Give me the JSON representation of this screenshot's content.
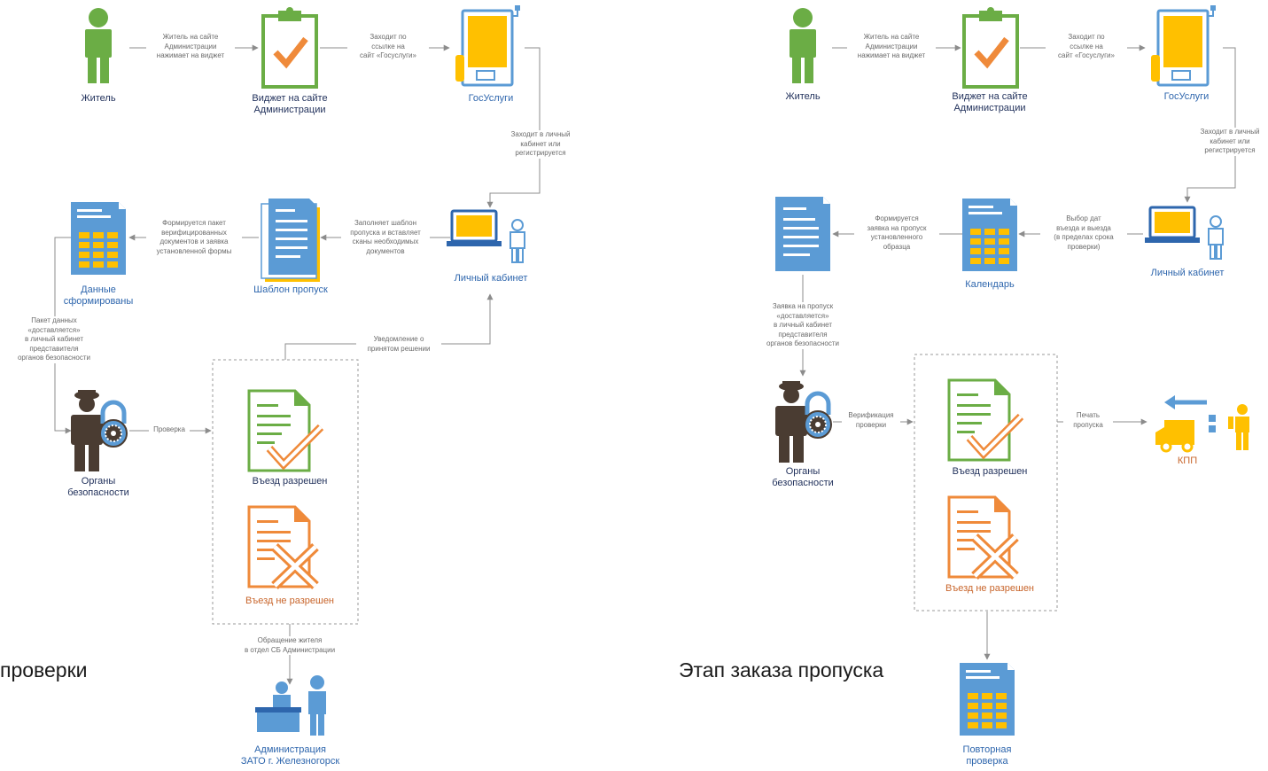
{
  "colors": {
    "green": "#6bad45",
    "orange": "#ef8a3a",
    "yellow": "#ffc000",
    "blue": "#5b9bd5",
    "dark": "#4a3c32",
    "arrow": "#8c8c8c",
    "label": "#1f2f5a"
  },
  "left": {
    "stage_title": "проверки",
    "nodes": {
      "resident": "Житель",
      "widget": "Виджет на сайте\nАдминистрации",
      "gosuslugi": "ГосУслуги",
      "cabinet": "Личный кабинет",
      "template": "Шаблон пропуск",
      "data_formed": "Данные\nсформированы",
      "security": "Органы\nбезопасности",
      "allowed": "Въезд разрешен",
      "denied": "Въезд не разрешен",
      "admin": "Администрация\nЗАТО г. Железногорск"
    },
    "edges": {
      "resident_widget": "Житель на сайте\nАдминистрации\nнажимает на виджет",
      "widget_gosuslugi": "Заходит по\nссылке на\nсайт «Госуслуги»",
      "gosuslugi_cabinet": "Заходит в личный\nкабинет или\nрегистрируется",
      "cabinet_template": "Заполняет шаблон\nпропуска и вставляет\nсканы необходимых\nдокументов",
      "template_data": "Формируется пакет\nверифицированных\nдокументов и заявка\nустановленной формы",
      "data_security": "Пакет данных\n«доставляется»\nв личный кабинет\nпредставителя\nорганов безопасности",
      "security_check": "Проверка",
      "notify": "Уведомление о\nпринятом решении",
      "appeal": "Обращение жителя\nв отдел СБ Администрации"
    }
  },
  "right": {
    "stage_title": "Этап заказа пропуска",
    "nodes": {
      "resident": "Житель",
      "widget": "Виджет на сайте\nАдминистрации",
      "gosuslugi": "ГосУслуги",
      "cabinet": "Личный кабинет",
      "calendar": "Календарь",
      "security": "Органы\nбезопасности",
      "allowed": "Въезд разрешен",
      "denied": "Въезд не разрешен",
      "kpp": "КПП",
      "recheck": "Повторная\nпроверка"
    },
    "edges": {
      "resident_widget": "Житель на сайте\nАдминистрации\nнажимает на виджет",
      "widget_gosuslugi": "Заходит по\nссылке на\nсайт «Госуслуги»",
      "gosuslugi_cabinet": "Заходит в личный\nкабинет или\nрегистрируется",
      "cabinet_calendar": "Выбор дат\nвъезда и выезда\n(в пределах срока\nпроверки)",
      "calendar_doc": "Формируется\nзаявка на пропуск\nустановленного\nобразца",
      "doc_security": "Заявка на пропуск\n«доставляется»\nв личный кабинет\nпредставителя\nорганов безопасности",
      "verification": "Верификация\nпроверки",
      "print": "Печать\nпропуска"
    }
  }
}
